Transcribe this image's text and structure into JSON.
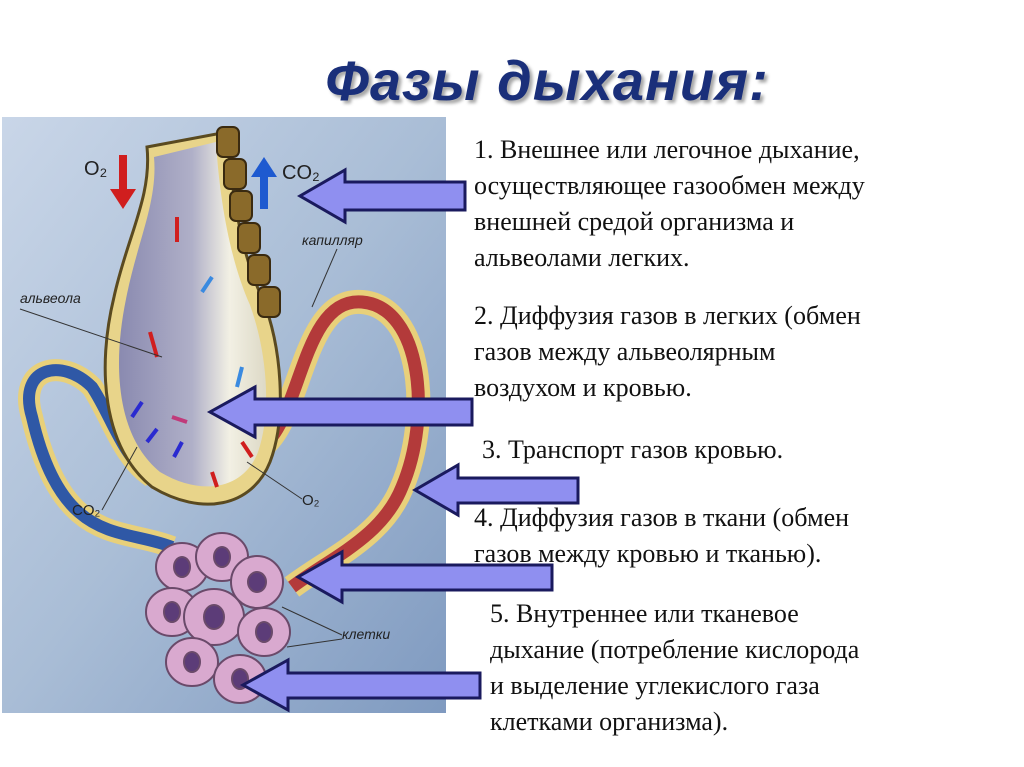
{
  "title": "Фазы дыхания:",
  "diagram": {
    "labels": {
      "o2_top": "O₂",
      "co2_top": "CO₂",
      "capillary": "капилляр",
      "alveolus": "альвеола",
      "co2_bottom": "CO₂",
      "o2_bottom": "O₂",
      "cells": "клетки"
    },
    "colors": {
      "background": "#a9bdd6",
      "arrow_fill": "#8f8ff0",
      "arrow_stroke": "#1a1a5e",
      "artery": "#b33a3a",
      "vein": "#2f58a6",
      "cell": "#d9a9cf",
      "nucleus": "#5c3c78",
      "title": "#1a2f7a"
    }
  },
  "phases": [
    {
      "lines": [
        "1. Внешнее или легочное дыхание,",
        "осуществляющее газообмен между",
        "внешней средой организма и",
        "альвеолами легких."
      ]
    },
    {
      "lines": [
        "2. Диффузия газов в легких (обмен",
        "газов между альвеолярным",
        "воздухом и кровью."
      ]
    },
    {
      "lines": [
        "3. Транспорт газов кровью."
      ]
    },
    {
      "lines": [
        "4. Диффузия газов в ткани (обмен",
        "газов между кровью и тканью)."
      ]
    },
    {
      "lines": [
        "5. Внутреннее или тканевое",
        "дыхание (потребление кислорода",
        "и выделение углекислого газа",
        "клетками организма)."
      ]
    }
  ]
}
